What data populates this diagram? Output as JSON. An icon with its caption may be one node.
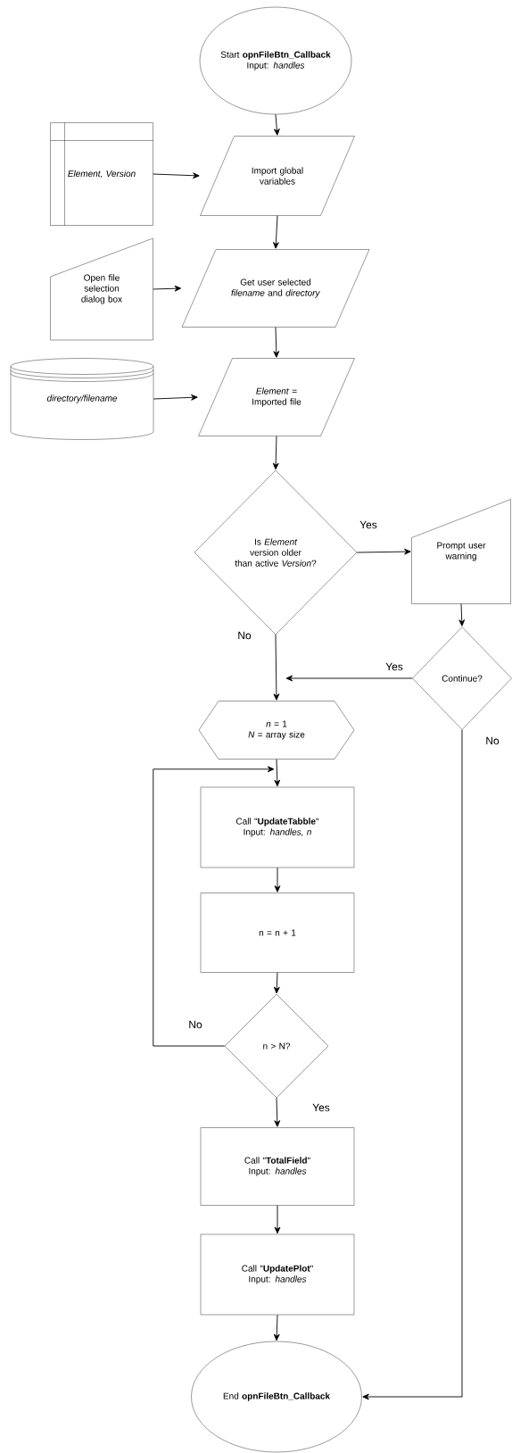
{
  "diagram": {
    "nodes": [
      {
        "text": [
          "Start **opnFileBtn_Callback** Input: *handles*"
        ]
      },
      {
        "text": [
          "Element, Version"
        ]
      },
      {
        "text": [
          "Import global variables"
        ]
      },
      {
        "text": [
          "Open file selection dialog box"
        ]
      },
      {
        "text": [
          "Get user selected *filename* and *directory*"
        ]
      },
      {
        "text": [
          "directory/filename"
        ]
      },
      {
        "text": [
          "*Element* = Imported file"
        ]
      },
      {
        "text": [
          "Is *Element* version older than active *Version*?"
        ]
      },
      {
        "text": [
          "Prompt user warning"
        ]
      },
      {
        "text": [
          "Continue?"
        ]
      },
      {
        "text": [
          "*n* = 1",
          "*N* = array size"
        ]
      },
      {
        "text": [
          "Call \"**UpdateTabble**\" Input: *handles, n*"
        ]
      },
      {
        "text": [
          "n = n + 1"
        ]
      },
      {
        "text": [
          "n > N?"
        ]
      },
      {
        "text": [
          "Call \"**TotalField**\" Input: *handles*"
        ]
      },
      {
        "text": [
          "Call \"**UpdatePlot**\" Input: *handles*"
        ]
      },
      {
        "text": [
          "End **opnFileBtn_Callback**"
        ]
      }
    ],
    "edges": [
      {
        "from": 0,
        "to": 2,
        "arrow": "to"
      },
      {
        "from": 1,
        "to": 2,
        "arrow": "to"
      },
      {
        "from": 2,
        "to": 4,
        "arrow": "to"
      },
      {
        "from": 3,
        "to": 4,
        "arrow": "to"
      },
      {
        "from": 4,
        "to": 6,
        "arrow": "to"
      },
      {
        "from": 5,
        "to": 6,
        "arrow": "to"
      },
      {
        "from": 6,
        "to": 7,
        "arrow": "to"
      },
      {
        "from": 7,
        "to": 8,
        "arrow": "to",
        "label": "Yes"
      },
      {
        "from": 7,
        "to": 10,
        "arrow": "to",
        "label": "No"
      },
      {
        "from": 8,
        "to": 9,
        "arrow": "to"
      },
      {
        "from": 9,
        "to": 10,
        "arrow": "to",
        "label": "Yes"
      },
      {
        "from": 9,
        "to": 16,
        "arrow": "to",
        "label": "No"
      },
      {
        "from": 10,
        "to": 11,
        "arrow": "to"
      },
      {
        "from": 11,
        "to": 12,
        "arrow": "to"
      },
      {
        "from": 12,
        "to": 13,
        "arrow": "to"
      },
      {
        "from": 13,
        "to": 11,
        "arrow": "to",
        "label": "No"
      },
      {
        "from": 13,
        "to": 14,
        "arrow": "to",
        "label": "Yes"
      },
      {
        "from": 14,
        "to": 15,
        "arrow": "to"
      },
      {
        "from": 15,
        "to": 16,
        "arrow": "to"
      }
    ]
  }
}
